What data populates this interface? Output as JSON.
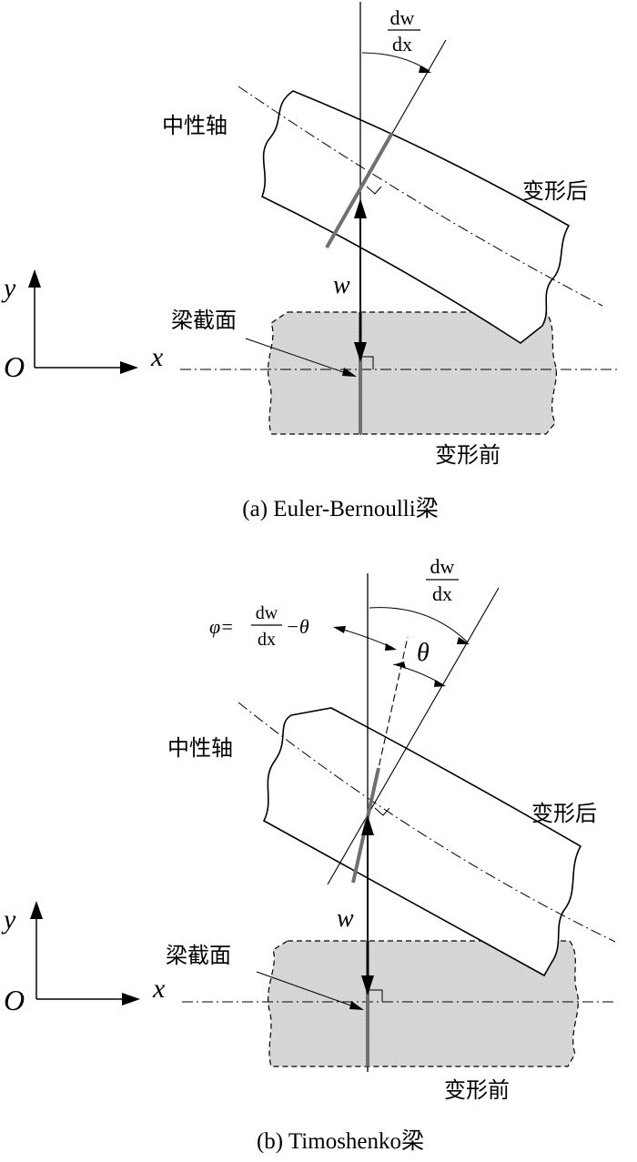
{
  "panel_a": {
    "caption": "(a) Euler-Bernoulli梁",
    "frac_num": "dw",
    "frac_den": "dx",
    "label_neutral_axis": "中性轴",
    "label_after": "变形后",
    "label_before": "变形前",
    "label_section": "梁截面",
    "label_w": "w",
    "axis_y": "y",
    "axis_x": "x",
    "axis_origin": "O"
  },
  "panel_b": {
    "caption": "(b) Timoshenko梁",
    "frac_num": "dw",
    "frac_den": "dx",
    "phi_symbol": "φ=",
    "phi_frac_num": "dw",
    "phi_frac_den": "dx",
    "phi_minus": "−θ",
    "theta": "θ",
    "label_neutral_axis": "中性轴",
    "label_after": "变形后",
    "label_before": "变形前",
    "label_section": "梁截面",
    "label_w": "w",
    "axis_y": "y",
    "axis_x": "x",
    "axis_origin": "O"
  },
  "colors": {
    "stroke": "#000000",
    "section_line": "#707070",
    "undeformed_fill": "#dcdcdc"
  }
}
